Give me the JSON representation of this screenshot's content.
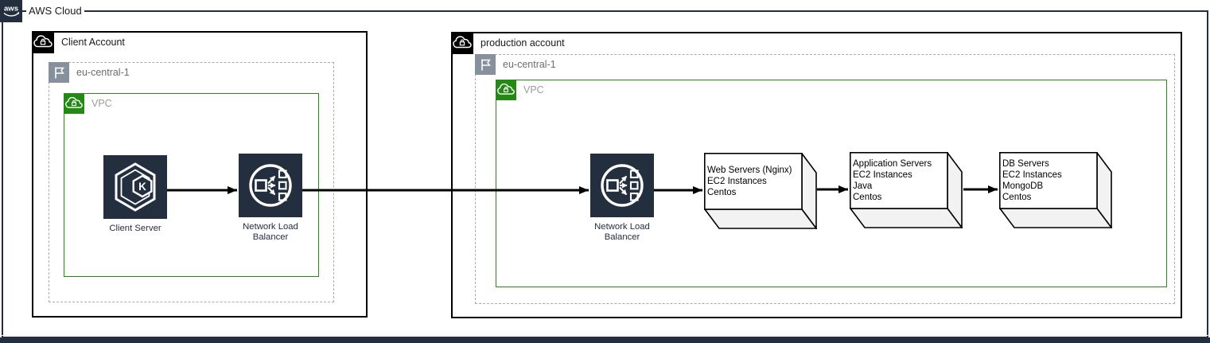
{
  "aws_cloud": {
    "logo_text": "aws",
    "label": "AWS Cloud"
  },
  "client_account": {
    "label": "Client Account",
    "region_label": "eu-central-1",
    "vpc_label": "VPC",
    "client_server_caption": "Client Server",
    "client_server_icon_letter": "K",
    "nlb_caption": "Network Load Balancer"
  },
  "production_account": {
    "label": "production account",
    "region_label": "eu-central-1",
    "vpc_label": "VPC",
    "nlb_caption": "Network Load Balancer",
    "servers": [
      {
        "lines": [
          "Web Servers (Nginx)",
          "EC2 Instances",
          "Centos"
        ]
      },
      {
        "lines": [
          "Application Servers",
          "EC2 Instances",
          "Java",
          "Centos"
        ]
      },
      {
        "lines": [
          "DB Servers",
          "EC2 Instances",
          "MongoDB",
          "Centos"
        ]
      }
    ]
  },
  "colors": {
    "aws_dark": "#232F3E",
    "account_black": "#000000",
    "vpc_green": "#248814",
    "region_gray": "#87919D",
    "cube_side_gray": "#F2F2F2"
  }
}
